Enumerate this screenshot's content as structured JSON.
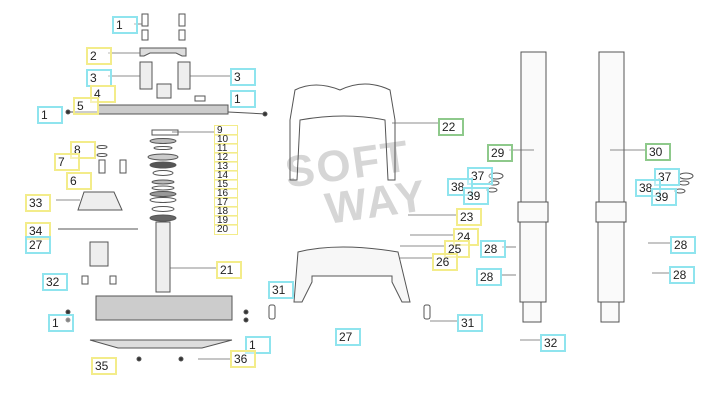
{
  "diagram": {
    "watermark": [
      "SOFT",
      "WAY"
    ],
    "labels": [
      "1",
      "2",
      "3",
      "3",
      "4",
      "5",
      "1",
      "1",
      "8",
      "7",
      "6",
      "9",
      "10",
      "11",
      "12",
      "13",
      "14",
      "15",
      "16",
      "17",
      "18",
      "19",
      "20",
      "33",
      "34",
      "27",
      "32",
      "21",
      "1",
      "1",
      "35",
      "36",
      "22",
      "29",
      "30",
      "37",
      "38",
      "39",
      "37",
      "38",
      "39",
      "23",
      "24",
      "25",
      "26",
      "28",
      "28",
      "28",
      "28",
      "31",
      "31",
      "27",
      "32"
    ],
    "colors": {
      "standard": "#f3ec8a",
      "hardware": "#8fe4ee",
      "assembly": "#8ec98b",
      "line": "#555555"
    }
  }
}
